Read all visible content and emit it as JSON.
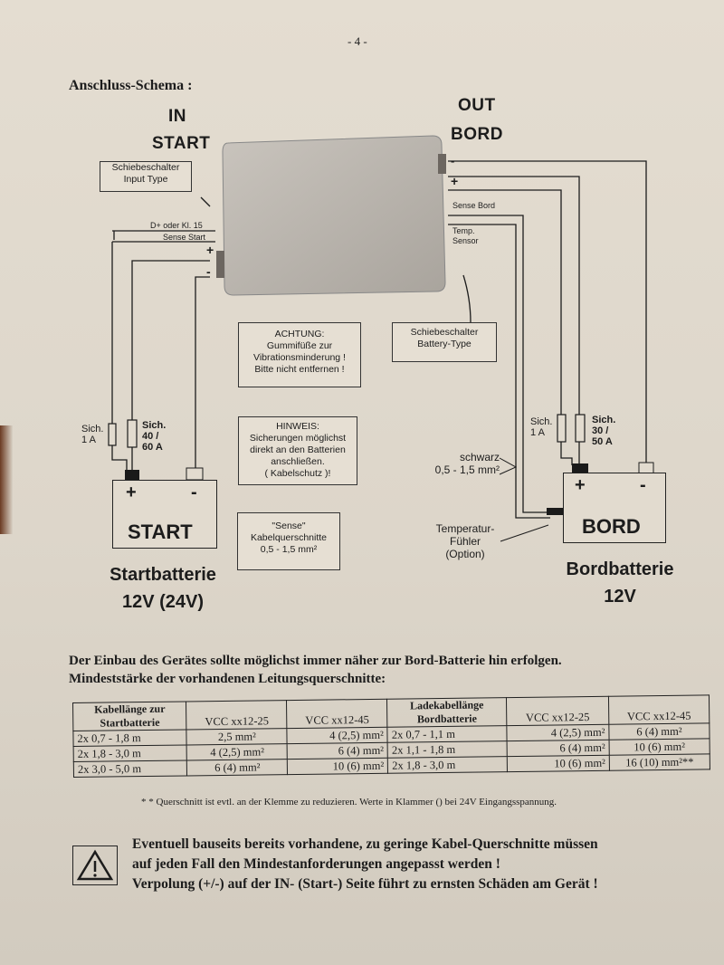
{
  "page_number": "- 4 -",
  "title": "Anschluss-Schema :",
  "in_label": "IN",
  "start_label": "START",
  "out_label": "OUT",
  "bord_label": "BORD",
  "callout_input": [
    "Schiebeschalter",
    "Input Type"
  ],
  "label_d_plus": "D+ oder Kl. 15",
  "label_sense_start": "Sense Start",
  "label_sense_bord": "Sense Bord",
  "label_temp_sensor": [
    "Temp.",
    "Sensor"
  ],
  "plus": "+",
  "minus": "-",
  "callout_battery": [
    "Schiebeschalter",
    "Battery-Type"
  ],
  "box_achtung": [
    "ACHTUNG:",
    "Gummifüße zur",
    "Vibrationsminderung !",
    "Bitte nicht entfernen !"
  ],
  "box_hinweis": [
    "HINWEIS:",
    "Sicherungen möglichst",
    "direkt an den Batterien",
    "anschließen.",
    "( Kabelschutz )!"
  ],
  "box_sense": [
    "\"Sense\"",
    "Kabelquerschnitte",
    "0,5 - 1,5 mm²"
  ],
  "fuse_start_small": [
    "Sich.",
    "1 A"
  ],
  "fuse_start_big": [
    "Sich.",
    "40 /",
    "60 A"
  ],
  "fuse_bord_small": [
    "Sich.",
    "1 A"
  ],
  "fuse_bord_big": [
    "Sich.",
    "30 /",
    "50 A"
  ],
  "schwarz_label": [
    "schwarz",
    "0,5 - 1,5 mm²"
  ],
  "temp_label": [
    "Temperatur-",
    "Fühler",
    "(Option)"
  ],
  "battery_start_name": "START",
  "battery_bord_name": "BORD",
  "caption_start": [
    "Startbatterie",
    "12V (24V)"
  ],
  "caption_bord": [
    "Bordbatterie",
    "12V"
  ],
  "note_line1": "Der Einbau des Gerätes sollte möglichst immer näher zur Bord-Batterie hin erfolgen.",
  "note_line2": "Mindeststärke der vorhandenen Leitungsquerschnitte:",
  "table": {
    "headers": [
      "Kabellänge zur Startbatterie",
      "VCC xx12-25",
      "VCC xx12-45",
      "Ladekabellänge Bordbatterie",
      "VCC xx12-25",
      "VCC xx12-45"
    ],
    "rows": [
      [
        "2x 0,7 - 1,8 m",
        "2,5 mm²",
        "4 (2,5) mm²",
        "2x 0,7 - 1,1 m",
        "4 (2,5) mm²",
        "6 (4) mm²"
      ],
      [
        "2x 1,8 - 3,0 m",
        "4 (2,5) mm²",
        "6 (4) mm²",
        "2x 1,1 - 1,8 m",
        "6 (4) mm²",
        "10 (6) mm²"
      ],
      [
        "2x 3,0 - 5,0 m",
        "6 (4) mm²",
        "10 (6) mm²",
        "2x 1,8 - 3,0 m",
        "10 (6) mm²",
        "16 (10) mm²**"
      ]
    ]
  },
  "footnote": "* * Querschnitt ist evtl. an der Klemme zu reduzieren.  Werte in Klammer () bei 24V Eingangsspannung.",
  "warning_lines": [
    "Eventuell bauseits bereits vorhandene, zu geringe Kabel-Querschnitte müssen",
    "auf jeden Fall den Mindestanforderungen angepasst werden !",
    "Verpolung (+/-) auf der IN- (Start-) Seite führt zu ernsten Schäden am Gerät !"
  ],
  "colors": {
    "paper": "#e2dbcf",
    "ink": "#1c1c1c",
    "device": "#b8b3ac"
  }
}
